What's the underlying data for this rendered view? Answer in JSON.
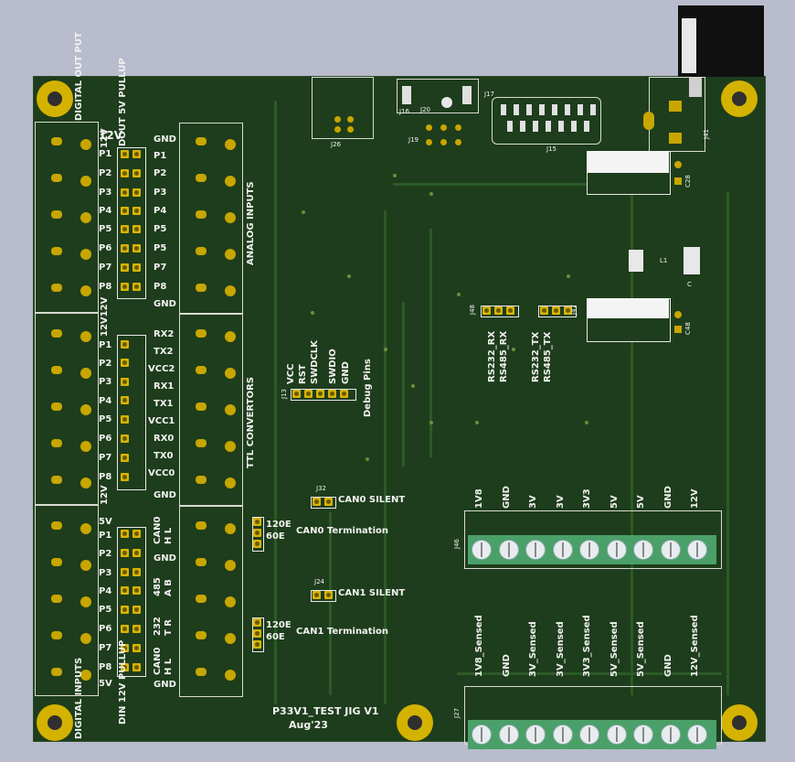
{
  "board": {
    "title": "P33V1_TEST JIG V1",
    "date": "Aug'23"
  },
  "sections": {
    "digital_out": "DIGITAL OUT PUT",
    "digital_inputs": "DIGITAL INPUTS",
    "analog_inputs": "ANALOG INPUTS",
    "ttl_convertors": "TTL CONVERTORS",
    "debug_pins": "Debug Pins",
    "dout_pullup": "DOUT 5V PULLUP",
    "din_pullup": "DIN 12V PULLUP"
  },
  "left_pins_1": [
    "12V",
    "P1",
    "P2",
    "P3",
    "P4",
    "P5",
    "P6",
    "P7",
    "P8"
  ],
  "left_pins_2": [
    "12V12V",
    "P1",
    "P2",
    "P3",
    "P4",
    "P5",
    "P6",
    "P7",
    "P8",
    "12V"
  ],
  "left_pins_3": [
    "5V",
    "P1",
    "P2",
    "P3",
    "P4",
    "P5",
    "P6",
    "P7",
    "P8",
    "5V"
  ],
  "analog_labels": [
    "GND",
    "P1",
    "P2",
    "P3",
    "P4",
    "P5",
    "P5",
    "P7",
    "P8",
    "GND"
  ],
  "ttl_labels": [
    "RX2",
    "TX2",
    "VCC2",
    "RX1",
    "TX1",
    "VCC1",
    "RX0",
    "TX0",
    "VCC0",
    "GND"
  ],
  "bus_labels": [
    "CAN0",
    "H L",
    "GND",
    "485",
    "A B",
    "232",
    "T R",
    "CAN0",
    "H L",
    "GND"
  ],
  "debug_labels": [
    "VCC",
    "RST",
    "SWDCLK",
    "SWDIO",
    "GND"
  ],
  "jumpers": {
    "j32": "J32",
    "can0_silent": "CAN0 SILENT",
    "can0_120": "120E",
    "can0_60": "60E",
    "can0_term": "CAN0 Termination",
    "j24": "J24",
    "can1_silent": "CAN1 SILENT",
    "can1_120": "120E",
    "can1_60": "60E",
    "can1_term": "CAN1 Termination",
    "j13": "J13",
    "j48": "J48",
    "j47": "J47",
    "rs232_rx": "RS232_RX",
    "rs485_rx": "RS485_RX",
    "rs232_tx": "RS232_TX",
    "rs485_tx": "RS485_TX"
  },
  "refs": {
    "j26": "J26",
    "j16": "J16",
    "j20": "J20",
    "j17": "J17",
    "j19": "J19",
    "j15": "J15",
    "j41": "J41",
    "c28": "C28",
    "c48": "C48",
    "l1": "L1",
    "c": "C",
    "j46": "J46",
    "j27": "J27"
  },
  "terminal_top": [
    "1V8",
    "GND",
    "3V",
    "3V",
    "3V3",
    "5V",
    "5V",
    "GND",
    "12V"
  ],
  "terminal_bottom": [
    "1V8_Sensed",
    "GND",
    "3V_Sensed",
    "3V_Sensed",
    "3V3_Sensed",
    "5V_Sensed",
    "5V_Sensed",
    "GND",
    "12V_Sensed"
  ],
  "colors": {
    "board": "#1e3d1c",
    "silk": "#f2f2f2",
    "pad": "#c8a600",
    "terminal": "#4aa068",
    "background": "#b8bccc"
  }
}
